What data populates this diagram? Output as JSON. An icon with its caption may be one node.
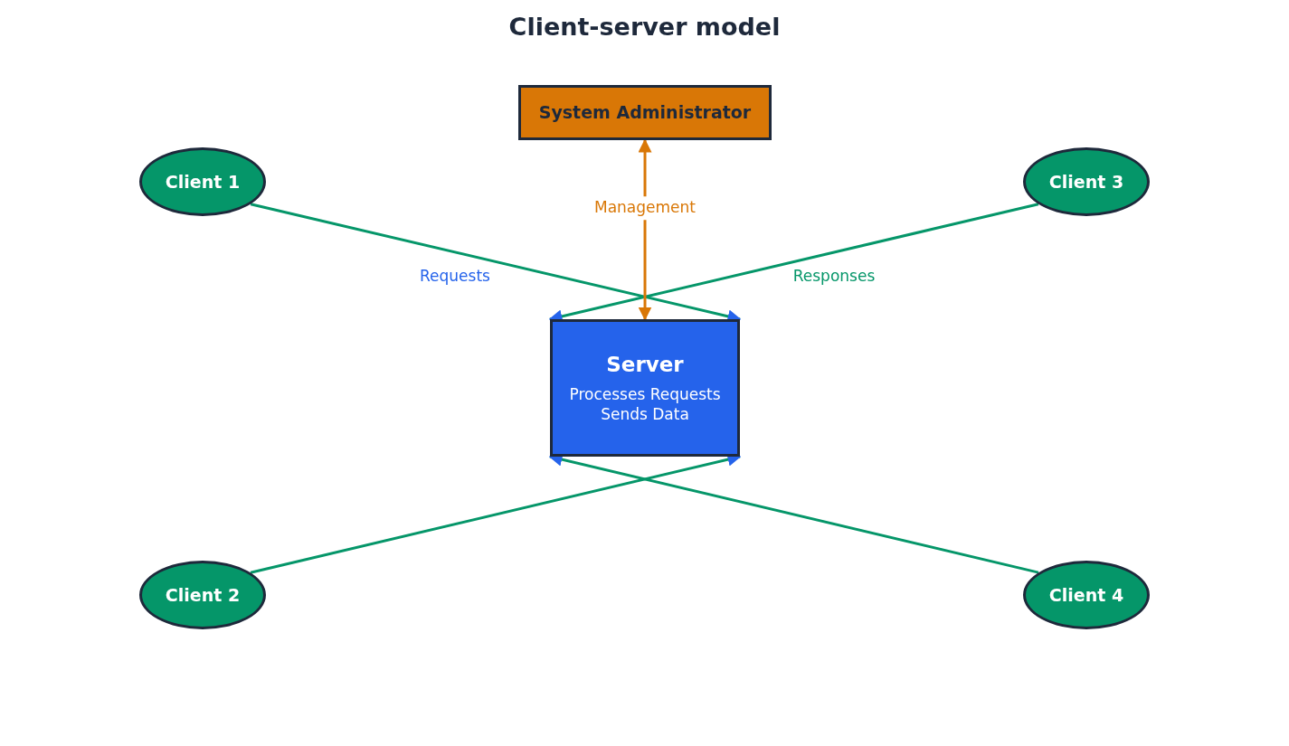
{
  "diagram": {
    "title": "Client-server model",
    "nodes": [
      {
        "text": [
          "System Administrator"
        ]
      },
      {
        "text": [
          "Client 1"
        ]
      },
      {
        "text": [
          "Client 3"
        ]
      },
      {
        "text": [
          "Server",
          "Processes Requests Sends Data"
        ]
      },
      {
        "text": [
          "Client 2"
        ]
      },
      {
        "text": [
          "Client 4"
        ]
      }
    ],
    "edges": [
      {
        "from": 1,
        "to": 3,
        "arrow": "to"
      },
      {
        "from": 2,
        "to": 3,
        "arrow": "to"
      },
      {
        "from": 4,
        "to": 3,
        "arrow": "to"
      },
      {
        "from": 5,
        "to": 3,
        "arrow": "to"
      },
      {
        "from": 0,
        "to": 3,
        "arrow": "both",
        "label": "Management",
        "color": "#d97706"
      }
    ],
    "labels": [
      "Requests",
      "Responses"
    ]
  }
}
